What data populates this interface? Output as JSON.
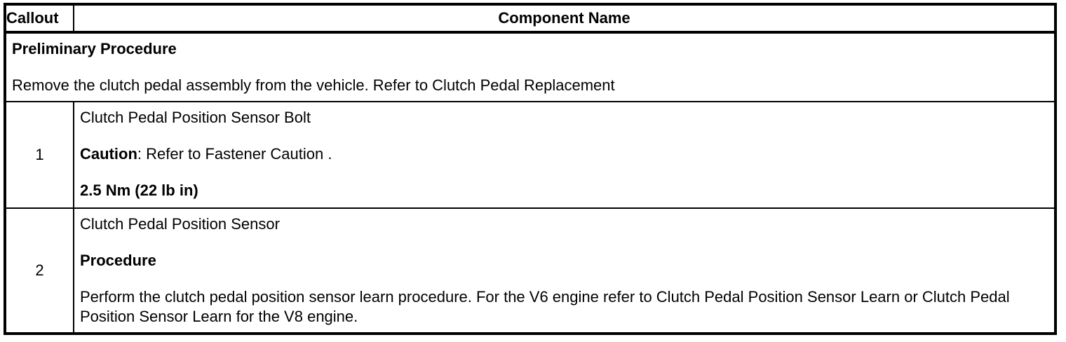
{
  "table": {
    "header": {
      "callout_label": "Callout",
      "component_label": "Component Name"
    },
    "preliminary": {
      "title": "Preliminary Procedure",
      "body": "Remove the clutch pedal assembly from the vehicle. Refer to Clutch Pedal Replacement"
    },
    "rows": [
      {
        "callout": "1",
        "component": "Clutch Pedal Position Sensor Bolt",
        "caution_label": "Caution",
        "caution_rest": ": Refer to Fastener Caution .",
        "torque": "2.5 Nm (22 lb in)"
      },
      {
        "callout": "2",
        "component": "Clutch Pedal Position Sensor",
        "procedure_label": "Procedure",
        "procedure_body": "Perform the clutch pedal position sensor learn procedure. For the V6 engine refer to Clutch Pedal Position Sensor Learn or Clutch Pedal Position Sensor Learn for the V8 engine."
      }
    ]
  },
  "colors": {
    "border": "#000000",
    "text": "#000000",
    "background": "#ffffff"
  }
}
